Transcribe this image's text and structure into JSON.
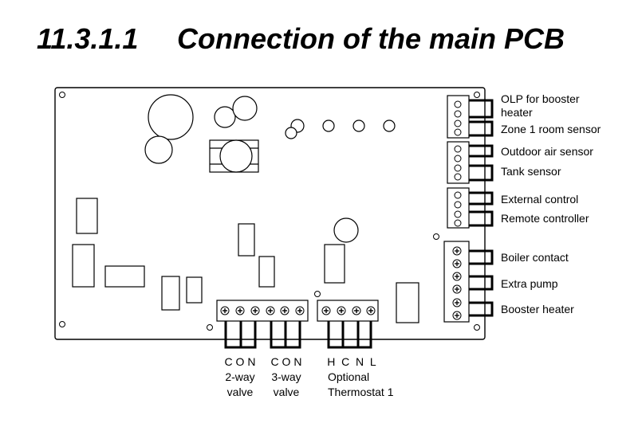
{
  "heading": {
    "number": "11.3.1.1",
    "title": "Connection of the main PCB"
  },
  "right_labels": {
    "olp_line1": "OLP for booster",
    "olp_line2": "heater",
    "zone1": "Zone 1 room sensor",
    "outdoor": "Outdoor air sensor",
    "tank": "Tank sensor",
    "external": "External control",
    "remote": "Remote controller",
    "boiler": "Boiler contact",
    "extra_pump": "Extra pump",
    "booster": "Booster heater"
  },
  "bottom_labels": {
    "valve2_pins": "C O N",
    "valve2_line1": "2-way",
    "valve2_line2": "valve",
    "valve3_pins": "C O N",
    "valve3_line1": "3-way",
    "valve3_line2": "valve",
    "thermo_pins": "H  C  N  L",
    "thermo_line1": "Optional",
    "thermo_line2": "Thermostat 1"
  }
}
